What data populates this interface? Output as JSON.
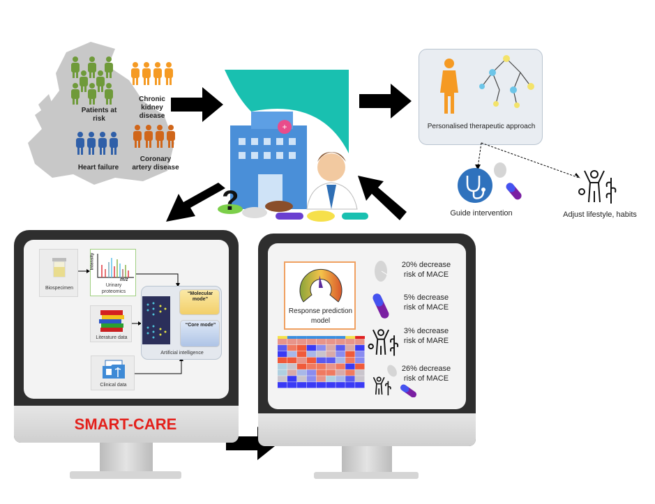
{
  "population": {
    "patients_at_risk": "Patients at risk",
    "chronic_kidney_disease": "Chronic kidney disease",
    "coronary_artery_disease": "Coronary artery disease",
    "heart_failure": "Heart failure"
  },
  "personalised": {
    "title": "Personalised therapeutic approach",
    "guide_intervention": "Guide intervention",
    "adjust_lifestyle": "Adjust lifestyle, habits"
  },
  "monitor1": {
    "biospecimen": "Biospecimen",
    "urinary_proteomics": "Urinary proteomics",
    "intensity_axis": "Intensity",
    "mz_axis": "m/z",
    "literature_data": "Literature data",
    "clinical_data": "Clinical data",
    "ai": "Artificial intelligence",
    "molecular_mode": "“Molecular mode”",
    "core_mode": "“Core mode”",
    "brand": "SMART-CARE"
  },
  "monitor2": {
    "model": "Response prediction model",
    "results": [
      {
        "text": "20% decrease risk of MACE"
      },
      {
        "text": "5% decrease risk of MACE"
      },
      {
        "text": "3% decrease risk of MARE"
      },
      {
        "text": "26% decrease risk of MACE"
      }
    ]
  },
  "question_mark": "?",
  "colors": {
    "green": "#6f9a3a",
    "orange": "#f59a23",
    "dark_orange": "#d0661a",
    "blue": "#2f5fa8",
    "teal": "#19c0b0",
    "brand_red": "#e3201b"
  }
}
